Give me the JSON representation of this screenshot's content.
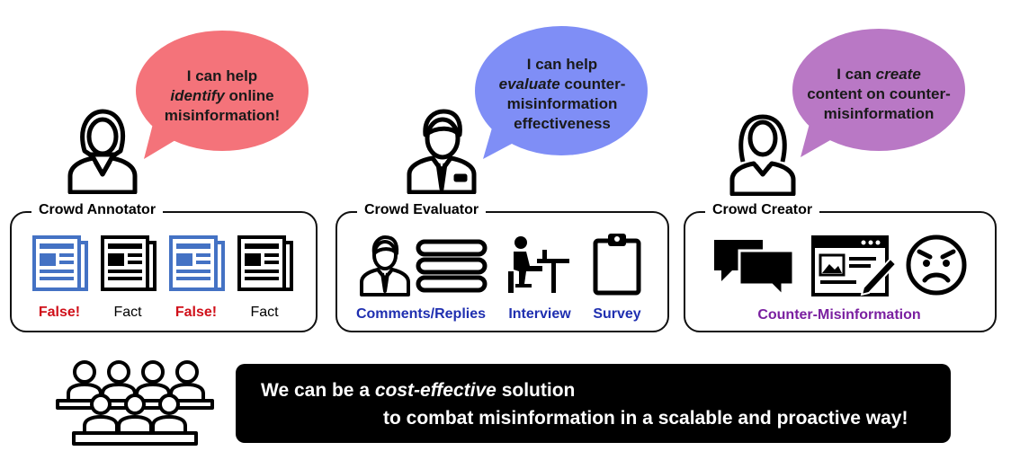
{
  "bubbles": {
    "annotator": {
      "l1": "I can help",
      "l2_em": "identify",
      "l2_rest": " online",
      "l3": "misinformation!",
      "color": "#f4737a"
    },
    "evaluator": {
      "l1": "I can help",
      "l2_em": "evaluate",
      "l2_rest": " counter-",
      "l3": "misinformation",
      "l4": "effectiveness",
      "color": "#7f8ef6"
    },
    "creator": {
      "l1_pre": "I can ",
      "l1_em": "create",
      "l2": "content on counter-",
      "l3": "misinformation",
      "color": "#b978c5"
    }
  },
  "panels": {
    "annotator": {
      "title": "Crowd Annotator",
      "labels": [
        "False!",
        "Fact",
        "False!",
        "Fact"
      ]
    },
    "evaluator": {
      "title": "Crowd Evaluator",
      "labels": [
        "Comments/Replies",
        "Interview",
        "Survey"
      ]
    },
    "creator": {
      "title": "Crowd Creator",
      "label": "Counter-Misinformation"
    }
  },
  "banner": {
    "pre": "We can be a ",
    "em": "cost-effective",
    "post": " solution",
    "line2": "to combat misinformation in a scalable and proactive way!"
  },
  "colors": {
    "news_blue": "#4472c4",
    "false_red": "#d0101a",
    "label_blue": "#1f2fb0",
    "label_purple": "#7a1fa0"
  },
  "icons": [
    "woman-annotator-icon",
    "man-evaluator-icon",
    "woman-creator-icon",
    "newspaper-icon",
    "evaluator-person-icon",
    "comment-lines-icon",
    "interview-desk-icon",
    "clipboard-icon",
    "chat-bubbles-icon",
    "browser-edit-icon",
    "angry-face-icon",
    "crowd-icon"
  ]
}
